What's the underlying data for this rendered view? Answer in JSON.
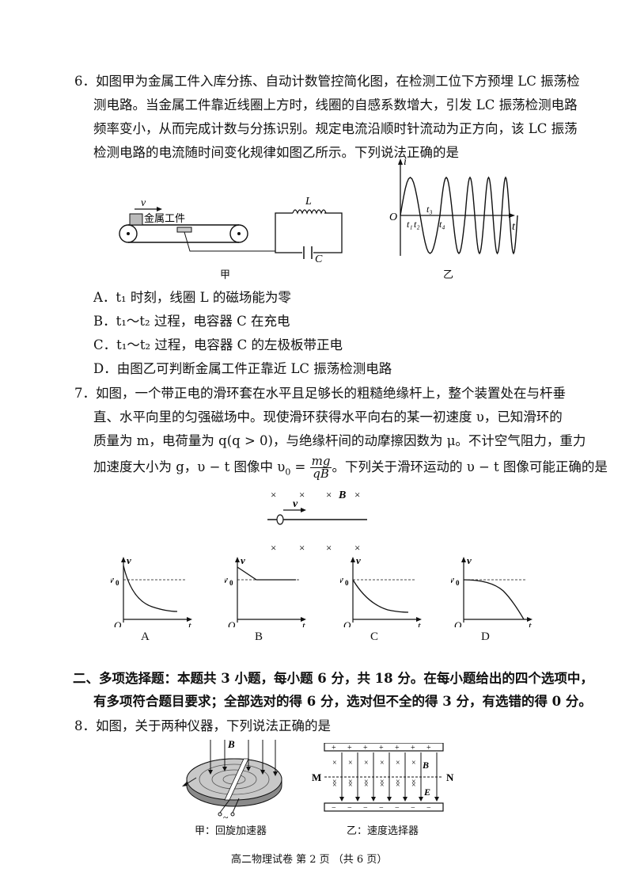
{
  "q6": {
    "lines": [
      "6．如图甲为金属工件入库分拣、自动计数管控简化图，在检测工位下方预埋 LC 振荡检",
      "测电路。当金属工件靠近线圈上方时，线圈的自感系数增大，引发 LC 振荡检测电路",
      "频率变小，从而完成计数与分拣识别。规定电流沿顺时针流动为正方向，该 LC 振荡",
      "检测电路的电流随时间变化规律如图乙所示。下列说法正确的是"
    ],
    "fig_jia": {
      "v": "v",
      "work": "金属工件",
      "L": "L",
      "C": "C",
      "caption": "甲"
    },
    "fig_yi": {
      "i": "i",
      "O": "O",
      "t": "t",
      "t1": "t₁",
      "t2": "t₂",
      "t3": "t₃",
      "t4": "t₄",
      "caption": "乙"
    },
    "options": [
      "A．t₁ 时刻，线圈 L 的磁场能为零",
      "B．t₁～t₂ 过程，电容器 C 在充电",
      "C．t₁～t₂ 过程，电容器 C 的左极板带正电",
      "D．由图乙可判断金属工件正靠近 LC 振荡检测电路"
    ]
  },
  "q7": {
    "lines": [
      "7．如图，一个带正电的滑环套在水平且足够长的粗糙绝缘杆上，整个装置处在与杆垂",
      "直、水平向里的匀强磁场中。现使滑环获得水平向右的某一初速度 υ，已知滑环的",
      "质量为 m，电荷量为 q(q > 0)，与绝缘杆间的动摩擦因数为 μ。不计空气阻力，重力"
    ],
    "line4_a": "加速度大小为 g，υ − t 图像中 υ",
    "line4_b": "0",
    "line4_c": " = ",
    "frac_num": "mg",
    "frac_den": "qB",
    "line4_d": "。下列关于滑环运动的 υ − t 图像可能正确的是",
    "fig": {
      "x": "×",
      "B": "B",
      "v": "v"
    },
    "graphs": [
      {
        "letter": "A",
        "v": "v",
        "v0": "v",
        "v0sub": "0",
        "O": "O",
        "t": "t"
      },
      {
        "letter": "B",
        "v": "v",
        "v0": "v",
        "v0sub": "0",
        "O": "O",
        "t": "t"
      },
      {
        "letter": "C",
        "v": "v",
        "v0": "v",
        "v0sub": "0",
        "O": "O",
        "t": "t"
      },
      {
        "letter": "D",
        "v": "v",
        "v0": "v",
        "v0sub": "0",
        "O": "O",
        "t": "t"
      }
    ]
  },
  "section2": {
    "line1": "二、多项选择题：本题共 3 小题，每小题 6 分，共 18 分。在每小题给出的四个选项中，",
    "line2": "有多项符合题目要求；全部选对的得 6 分，选对但不全的得 3 分，有选错的得 0 分。"
  },
  "q8": {
    "line": "8．如图，关于两种仪器，下列说法正确的是",
    "fig_jia": {
      "B": "B",
      "tilde": "~",
      "caption": "甲：回旋加速器"
    },
    "fig_yi": {
      "M": "M",
      "N": "N",
      "B": "B",
      "E": "E",
      "plus": "+",
      "minus": "−",
      "x": "×",
      "caption": "乙：速度选择器"
    }
  },
  "footer": "高二物理试卷 第 2 页 （共 6 页）"
}
